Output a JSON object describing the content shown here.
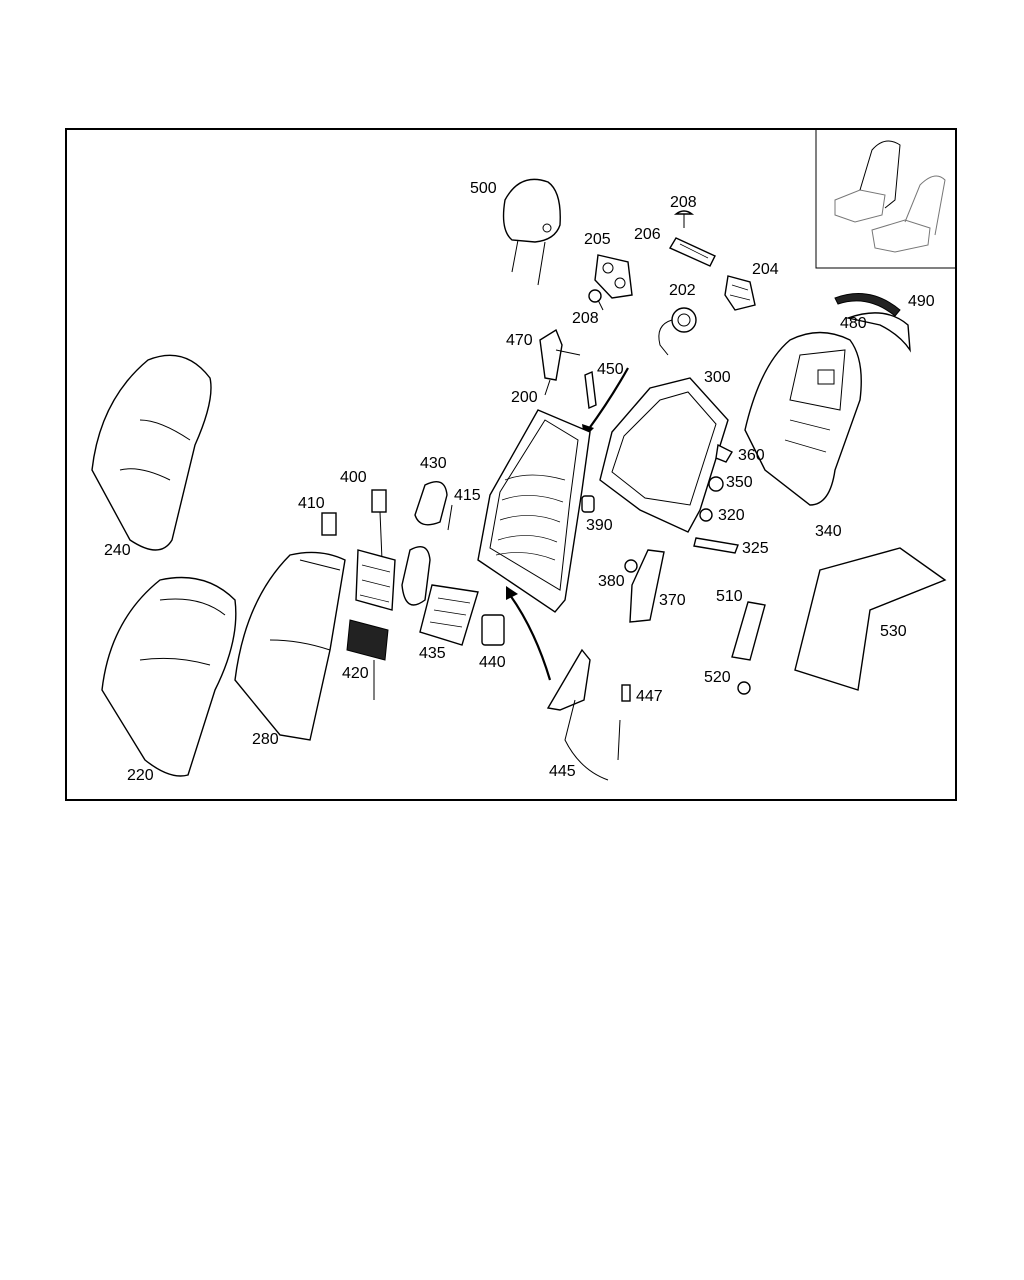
{
  "callouts": [
    {
      "id": "500",
      "text": "500"
    },
    {
      "id": "208a",
      "text": "208"
    },
    {
      "id": "206",
      "text": "206"
    },
    {
      "id": "205",
      "text": "205"
    },
    {
      "id": "204",
      "text": "204"
    },
    {
      "id": "202",
      "text": "202"
    },
    {
      "id": "208b",
      "text": "208"
    },
    {
      "id": "490",
      "text": "490"
    },
    {
      "id": "480",
      "text": "480"
    },
    {
      "id": "470",
      "text": "470"
    },
    {
      "id": "450",
      "text": "450"
    },
    {
      "id": "300",
      "text": "300"
    },
    {
      "id": "200",
      "text": "200"
    },
    {
      "id": "430",
      "text": "430"
    },
    {
      "id": "400",
      "text": "400"
    },
    {
      "id": "415",
      "text": "415"
    },
    {
      "id": "410",
      "text": "410"
    },
    {
      "id": "360",
      "text": "360"
    },
    {
      "id": "350",
      "text": "350"
    },
    {
      "id": "320",
      "text": "320"
    },
    {
      "id": "390",
      "text": "390"
    },
    {
      "id": "340",
      "text": "340"
    },
    {
      "id": "240",
      "text": "240"
    },
    {
      "id": "325",
      "text": "325"
    },
    {
      "id": "380",
      "text": "380"
    },
    {
      "id": "370",
      "text": "370"
    },
    {
      "id": "510",
      "text": "510"
    },
    {
      "id": "530",
      "text": "530"
    },
    {
      "id": "435",
      "text": "435"
    },
    {
      "id": "440",
      "text": "440"
    },
    {
      "id": "420",
      "text": "420"
    },
    {
      "id": "447",
      "text": "447"
    },
    {
      "id": "520",
      "text": "520"
    },
    {
      "id": "280",
      "text": "280"
    },
    {
      "id": "445",
      "text": "445"
    },
    {
      "id": "220",
      "text": "220"
    }
  ]
}
